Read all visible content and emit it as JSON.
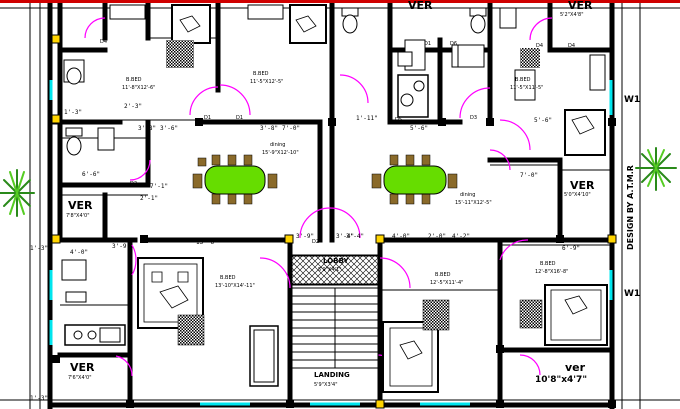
{
  "labels": {
    "ver_top_center": "VER",
    "ver_top_right": "VER",
    "ver_top_right_dim": "5'2\"X4'8\"",
    "ver_left": "VER",
    "ver_left_dim": "7'8\"X4'0\"",
    "ver_right": "VER",
    "ver_right_dim": "5'0\"X4'10\"",
    "ver_bottom_left": "VER",
    "ver_bottom_left_dim": "7'6\"X4'0\"",
    "ver_bottom_right": "ver",
    "ver_bottom_right_dim": "10'8\"x4'7\"",
    "lobby": "LOBBY",
    "lobby_dim": "5'9\"X4'1\"",
    "landing": "LANDING",
    "landing_dim": "5'9\"X3'4\"",
    "dining_left": "dining",
    "dining_left_dim": "15'-9\"X12'-10\"",
    "dining_right": "dining",
    "dining_right_dim": "15'-11\"X12'-5\"",
    "bed_bl": "B.BED",
    "bed_bl_dim": "13'-10\"X14'-11\"",
    "bed_bc": "B.BED",
    "bed_bc_dim": "12'-5\"X11'-4\"",
    "bed_br": "B.BED",
    "bed_br_dim": "12'-8\"X16'-8\"",
    "bed_tr": "B.BED",
    "bed_tr_dim": "11'-5\"X11'-5\"",
    "bed_tl": "B.BED",
    "bed_tl_dim": "11'-8\"X12'-6\"",
    "bed_tc": "B.BED",
    "bed_tc_dim": "11'-5\"X12'-5\"",
    "wt_top": "W1",
    "wt_bottom": "W1",
    "designer": "DESIGN BY A.T.M.R",
    "door_d1_a": "D1",
    "door_d1_b": "D1",
    "door_d1_c": "D1",
    "door_d2_a": "D2",
    "door_d2_b": "D2",
    "door_d3": "D3",
    "door_d4_a": "D4",
    "door_d4_b": "D4",
    "door_d4_c": "D4",
    "door_d5": "D5",
    "door_d6": "D6"
  },
  "dims": {
    "d1": "1'-3\"",
    "d2": "3'-6\"",
    "d3": "7'-0\"",
    "d4": "3'-8\"",
    "d5": "1'-11\"",
    "d6": "4'-0\"",
    "d7": "3'-4\"",
    "d8": "7'-0\"",
    "d9": "5'-6\"",
    "d10": "2'-3\"",
    "d11": "3'-8\"",
    "d12": "6'-6\"",
    "d13": "2'-1\"",
    "d14": "1'-3\"",
    "d15": "13'-6\"",
    "d16": "4'-0\"",
    "d17": "3'-9\"",
    "d18": "2'-0\"",
    "d19": "4'-2\"",
    "d20": "3'-9\"",
    "d21": "7'-1\"",
    "d22": "1'-3\"",
    "d23": "6'-9\"",
    "d24": "5'-6\"",
    "d25": "3'-4\""
  },
  "colors": {
    "wall": "#000000",
    "table": "#66dd00",
    "chair": "#8a6a2a",
    "door_arc": "#ff00ff",
    "window": "#00e5ee",
    "column": "#ffd400",
    "tree": "#2a8a1a",
    "tree_light": "#55cc22"
  }
}
